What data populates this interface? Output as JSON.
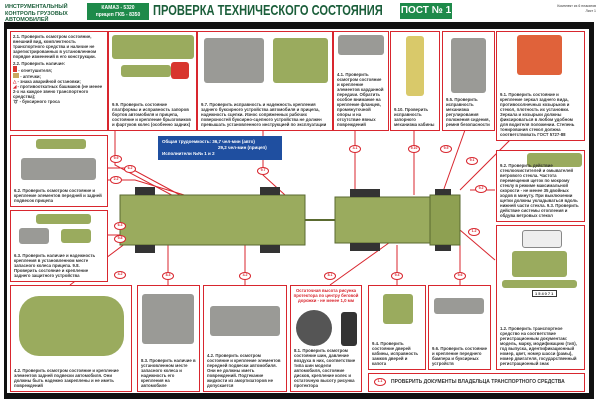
{
  "header": {
    "org": "ИНСТРУМЕНТАЛЬНЫЙ КОНТРОЛЬ ГРУЗОВЫХ АВТОМОБИЛЕЙ",
    "model_line1": "КАМАЗ - 5320",
    "model_line2": "прицеп ГКБ - 8350",
    "title": "ПРОВЕРКА ТЕХНИЧЕСКОГО СОСТОЯНИЯ",
    "post": "ПОСТ № 1",
    "set_line1": "Комплект из 6 плакатов",
    "set_line2": "Лист 1"
  },
  "info": {
    "line1": "Общая трудоемкость: 36,7 чел-мин (авто)",
    "line2": "29,2 чел-мин (прицеп)",
    "line3": "Исполнители №№ 1 и 2"
  },
  "panels": {
    "p21": {
      "text": "2.1. Проверить осмотром состояние, внешний вид, комплектность транспортного средства и наличие не зарегистрированных в установленном порядке изменений в его конструкции.",
      "sub": "2.2. Проверить наличие:",
      "items": [
        "- огнетушителя;",
        "- аптечки;",
        "- знака аварийной остановки;",
        "- противооткатных башмаков (не менее 2-х на каждое звено транспортного средства);",
        "- буксирного троса"
      ]
    },
    "p99": "9.9. Проверить состояние платформы и исправность запоров бортов автомобиля и прицепа, состояние и крепление брызговиков и фартуков колес (особенно задних)",
    "p97": "9.7. Проверить исправность и надежность крепления заднего буксирного устройства автомобиля и прицепа, надежность сцепки. Износ сопряженных рабочих поверхностей буксирно-сцепного устройства не должен превышать установленного инструкцией по эксплуатации",
    "p41": "4.1. Проверить осмотром состояние и крепление элементов карданной передачи. Обратить особое внимание на крепление фланцев, промежуточной опоры и на отсутствие явных повреждений",
    "p910": "9.10. Проверить исправность запорного механизма кабины",
    "p95": "9.5. Проверить исправность механизма регулирования положения сидения, ремня безопасности",
    "p91": "9.1. Проверить состояние и крепление зеркал заднего вида, противосолнечных козырьков и стекол, плотность их установки. Зеркала и козырьки должны фиксироваться в любом удобном для водителя положении. Степень тонирования стекол должна соответствовать ГОСТ 5727-88",
    "p62": "6.2. Проверить осмотром состояние и крепление элементов передней и задней подвесок прицепа",
    "p63": "6.3. Проверить наличие и надежность крепления в установленном месте запасного колеса прицепа. 9.8. Проверить состояние и крепление заднего защитного устройства",
    "p42r": "4.2. Проверить осмотром состояние и крепление элементов задней подвески автомобиля. Они должны быть надежно закреплены и не иметь повреждений",
    "p83": "8.3. Проверить наличие в установленном месте запасного колеса и надежность его крепления на автомобиле",
    "p42f": "4.2. Проверить осмотром состояние и крепление элементов передней подвески автомобиля. Они не должны иметь повреждений. Подтекание жидкости из амортизаторов не допускается",
    "p81_note": "Остаточная высота рисунка протектора по центру беговой дорожки - не менее 1,0 мм",
    "p81": "8.1. Проверить осмотром состояние шин, давление воздуха в них, соответствие типа шин модели автомобиля, состояние дисков, крепление колес и остаточную высоту рисунка протектора",
    "p94": "9.4. Проверить состояние дверей кабины, исправность замков дверей и капота",
    "p96": "9.6. Проверить состояние и крепление переднего бампера и буксирных устройств",
    "p92": "9.2. Проверить действие стеклоочистителей и омывателей ветрового стекла. Частота перемещения щеток по мокрому стеклу в режиме максимальной скорости - не менее 35 двойных ходов в минуту. При выключении щетки должны укладываться вдоль нижней части стекла. 9.3. Проверить действие системы отопления и обдува ветровых стекол",
    "p12": "1.2. Проверить транспортное средство на соответствие регистрационным документам: модель, марку, модификацию (тип), год выпуска, идентификационный номер, цвет, номер шасси (рамы), номер двигателя, государственный регистрационный знак",
    "plate_number": "154071"
  },
  "docs": {
    "marker": "1.1",
    "text": "ПРОВЕРИТЬ ДОКУМЕНТЫ ВЛАДЕЛЬЦА ТРАНСПОРТНОГО СРЕДСТВА"
  },
  "markers": [
    "9.9",
    "2.2",
    "9.7",
    "4.1",
    "9.10",
    "9.5",
    "9.1",
    "6.2",
    "6.3",
    "4.2",
    "8.3",
    "4.2",
    "8.1",
    "9.4",
    "9.6",
    "9.2",
    "1.2",
    "9.8"
  ],
  "colors": {
    "accent_red": "#d8262e",
    "brand_green": "#1e8a4a",
    "info_blue": "#1f4fa0",
    "vehicle_green": "#9aab5e"
  }
}
